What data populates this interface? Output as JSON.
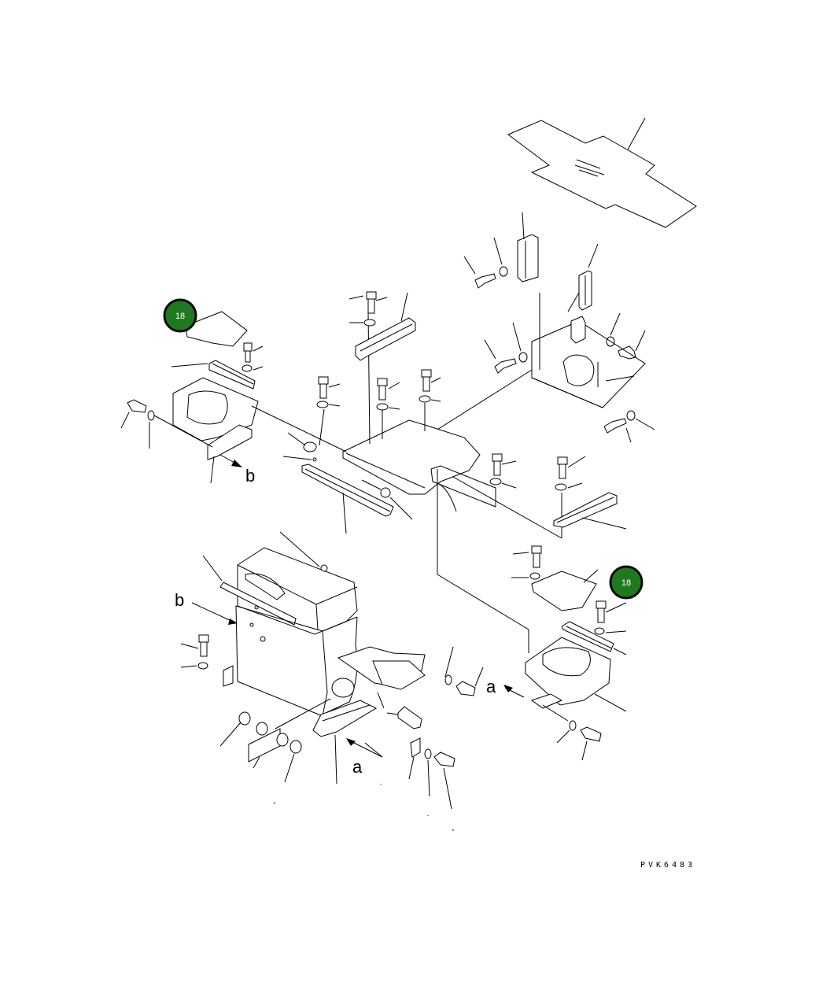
{
  "diagram": {
    "callouts": [
      {
        "id": "callout-18-left",
        "label": "18"
      },
      {
        "id": "callout-18-right",
        "label": "18"
      }
    ],
    "view_markers": {
      "b_top": "b",
      "b_left": "b",
      "a_right": "a",
      "a_bottom": "a"
    },
    "drawing_code": "PVK6483",
    "colors": {
      "callout_fill": "#1f7a1f",
      "callout_ring": "#0a0a0a",
      "line": "#000000"
    }
  }
}
